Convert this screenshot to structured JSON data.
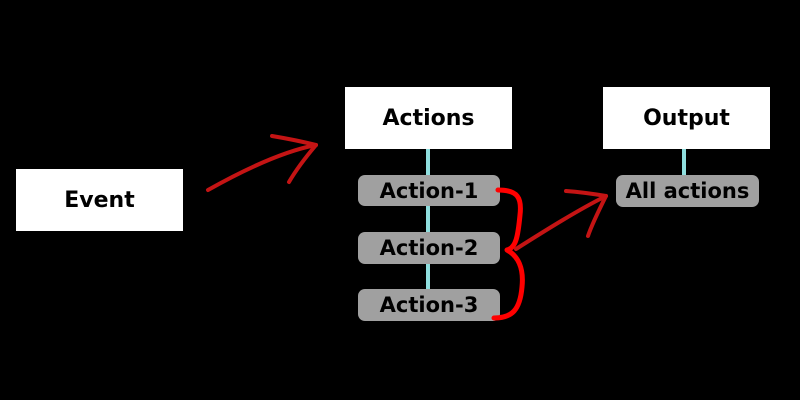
{
  "event": {
    "label": "Event"
  },
  "actions": {
    "header": "Actions",
    "items": [
      "Action-1",
      "Action-2",
      "Action-3"
    ]
  },
  "output": {
    "header": "Output",
    "item": "All actions"
  },
  "colors": {
    "background": "#000000",
    "box": "#ffffff",
    "pill": "#a0a0a0",
    "connector": "#8fdede",
    "arrow_dark_red": "#c41414",
    "brace_red": "#ff0000"
  }
}
